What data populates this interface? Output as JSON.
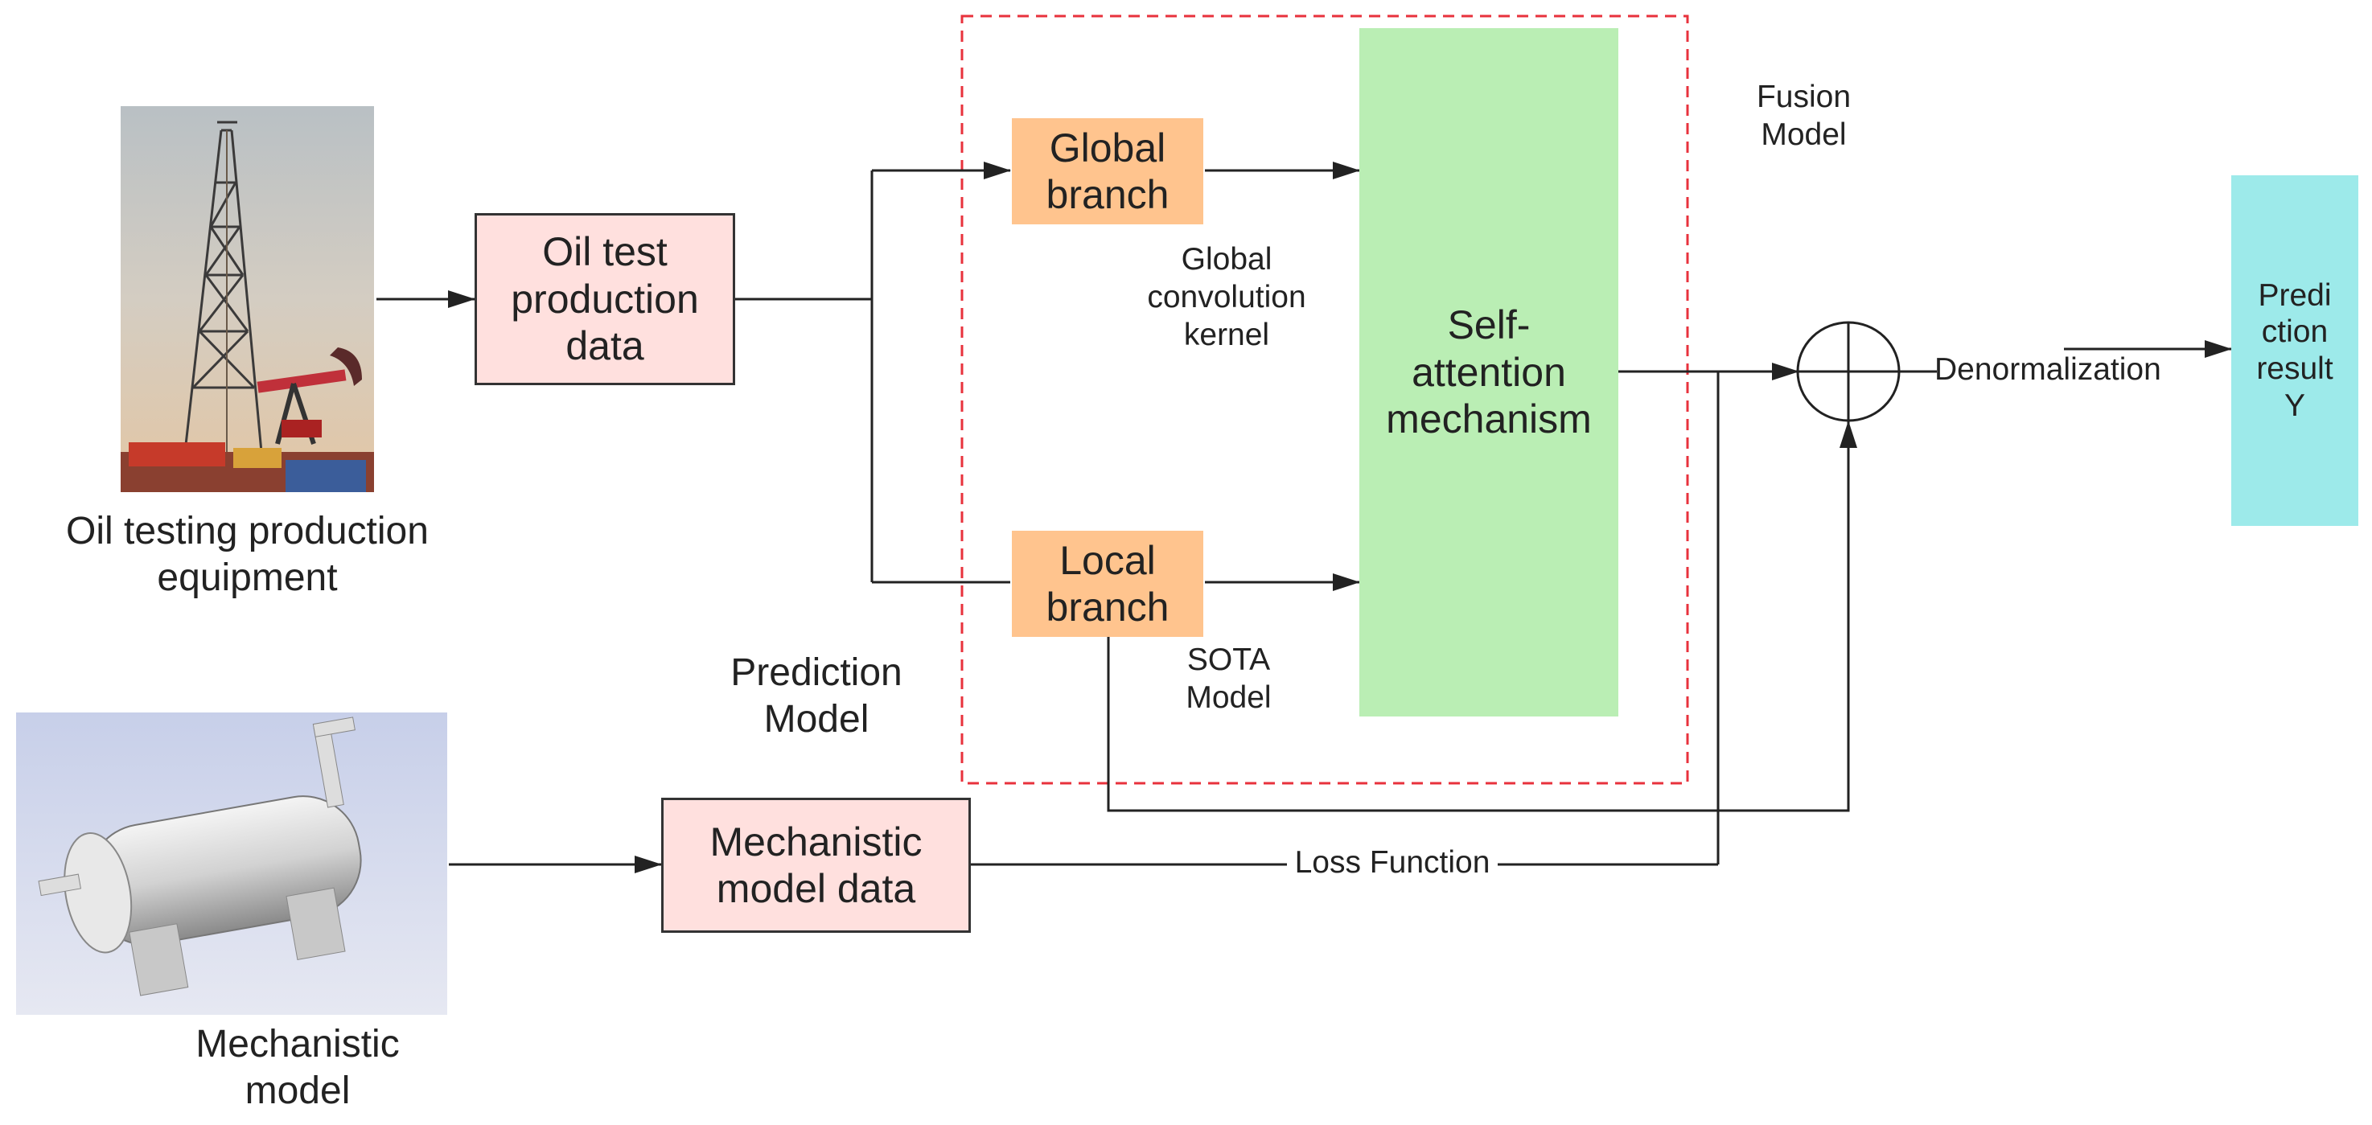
{
  "equipment": {
    "photo_label": "Oil testing production\nequipment",
    "icon": "oil-derrick-pumpjack-photo"
  },
  "mechanistic": {
    "photo_label": "Mechanistic\nmodel",
    "icon": "horizontal-tank-separator-photo"
  },
  "boxes": {
    "oil_data": "Oil test\nproduction\ndata",
    "mech_data": "Mechanistic\nmodel data",
    "global_branch": "Global\nbranch",
    "local_branch": "Local\nbranch",
    "self_attention": "Self-\nattention\nmechanism",
    "prediction_result": "Predi\nction\nresult\nY"
  },
  "labels": {
    "global_kernel": "Global\nconvolution\nkernel",
    "sota": "SOTA\nModel",
    "prediction_model": "Prediction\nModel",
    "fusion_model": "Fusion\nModel",
    "denormalization": "Denormalization",
    "loss_function": "Loss Function"
  },
  "colors": {
    "pink_box": "#ffe0de",
    "orange_box": "#ffc48e",
    "green_box": "#baeeb4",
    "cyan_box": "#9deaea",
    "dashed_frame": "#e8323c",
    "arrows": "#222222"
  }
}
